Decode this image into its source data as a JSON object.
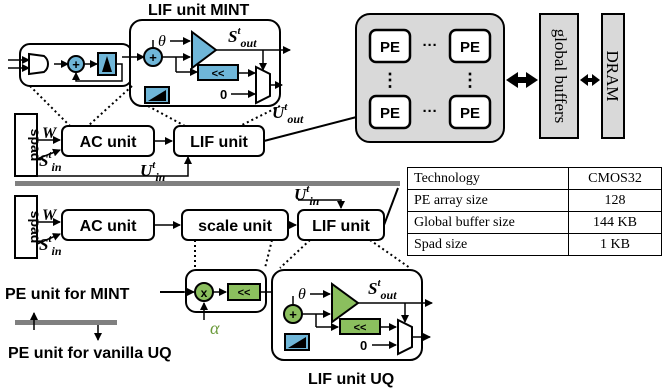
{
  "titles": {
    "lif_mint": "LIF unit MINT",
    "lif_uq": "LIF unit UQ"
  },
  "blocks": {
    "ac_unit_top": "AC unit",
    "lif_unit_top": "LIF unit",
    "ac_unit_bottom": "AC unit",
    "scale_unit": "scale unit",
    "lif_unit_bottom": "LIF unit",
    "spad": "spad",
    "shift": "<<",
    "adder": "+",
    "multiplier": "x",
    "zero": "0"
  },
  "pe_array": {
    "pe": "PE",
    "hdots": "···",
    "vdots": "⋮"
  },
  "memory": {
    "global_buffers": "global buffers",
    "dram": "DRAM"
  },
  "symbols": {
    "theta": "θ",
    "alpha": "α",
    "W": "W",
    "S": "S",
    "U": "U",
    "sub_in": "in",
    "sub_out": "out",
    "sup_t": "t"
  },
  "legend": {
    "mint": "PE unit for MINT",
    "vanilla": "PE unit for vanilla UQ"
  },
  "spec_table": [
    {
      "label": "Technology",
      "value": "CMOS32"
    },
    {
      "label": "PE array size",
      "value": "128"
    },
    {
      "label": "Global buffer size",
      "value": "144 KB"
    },
    {
      "label": "Spad size",
      "value": "1 KB"
    }
  ],
  "colors": {
    "triangle": "#6fb6d8",
    "shift_box": "#8bbf5e",
    "gray_fill": "#d9d9d9",
    "divider": "#808080",
    "alpha": "#6a9a3a"
  }
}
